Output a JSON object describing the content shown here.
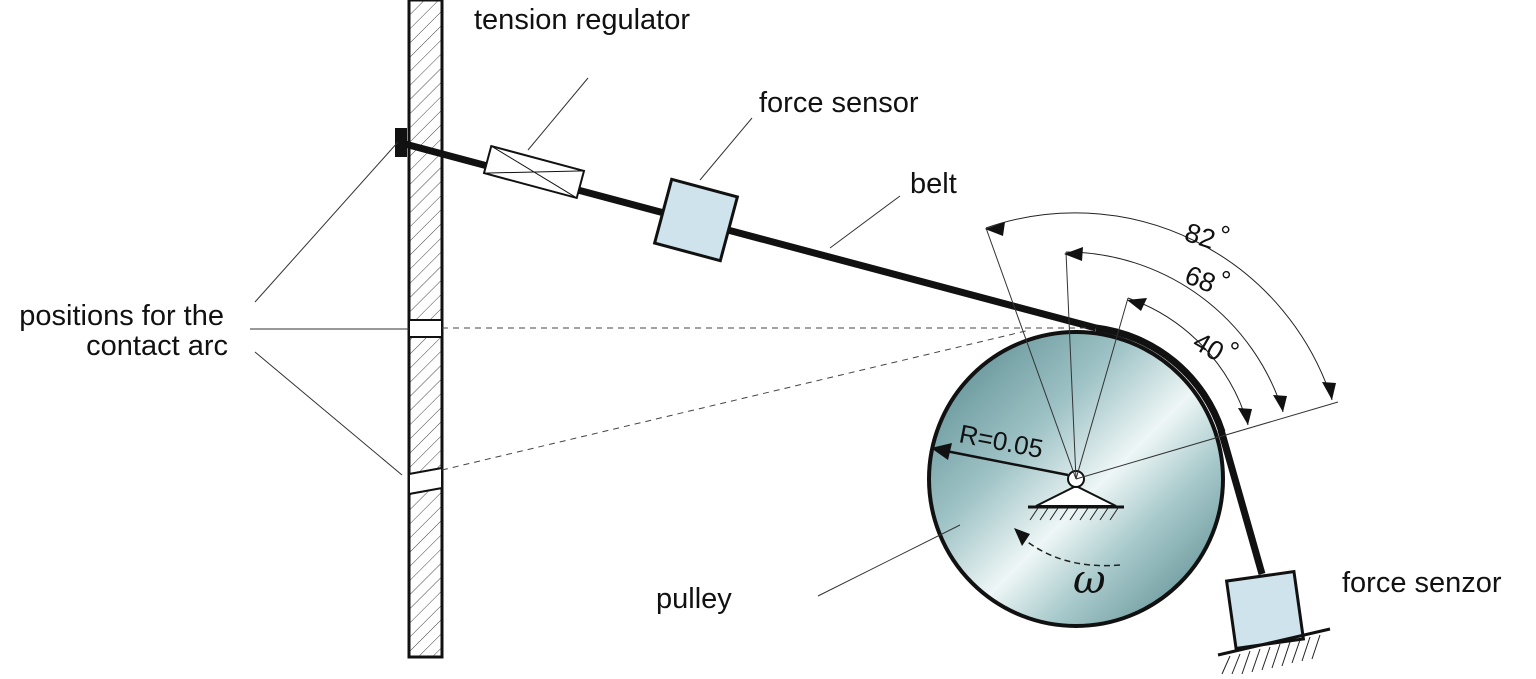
{
  "labels": {
    "tension_regulator": "tension regulator",
    "force_sensor_top": "force sensor",
    "belt": "belt",
    "positions_line1": "positions for the",
    "positions_line2": "contact arc",
    "pulley": "pulley",
    "force_sensor_bottom": "force senzor",
    "radius": "R=0.05",
    "omega": "ω"
  },
  "angles": {
    "arc_82": "82",
    "arc_68": "68",
    "arc_40": "40",
    "degree_symbol": "°"
  },
  "colors": {
    "ink": "#111111",
    "sensor_fill": "#cfe3ec",
    "pulley_light": "#e8f1f2",
    "pulley_dark": "#5f9095"
  }
}
